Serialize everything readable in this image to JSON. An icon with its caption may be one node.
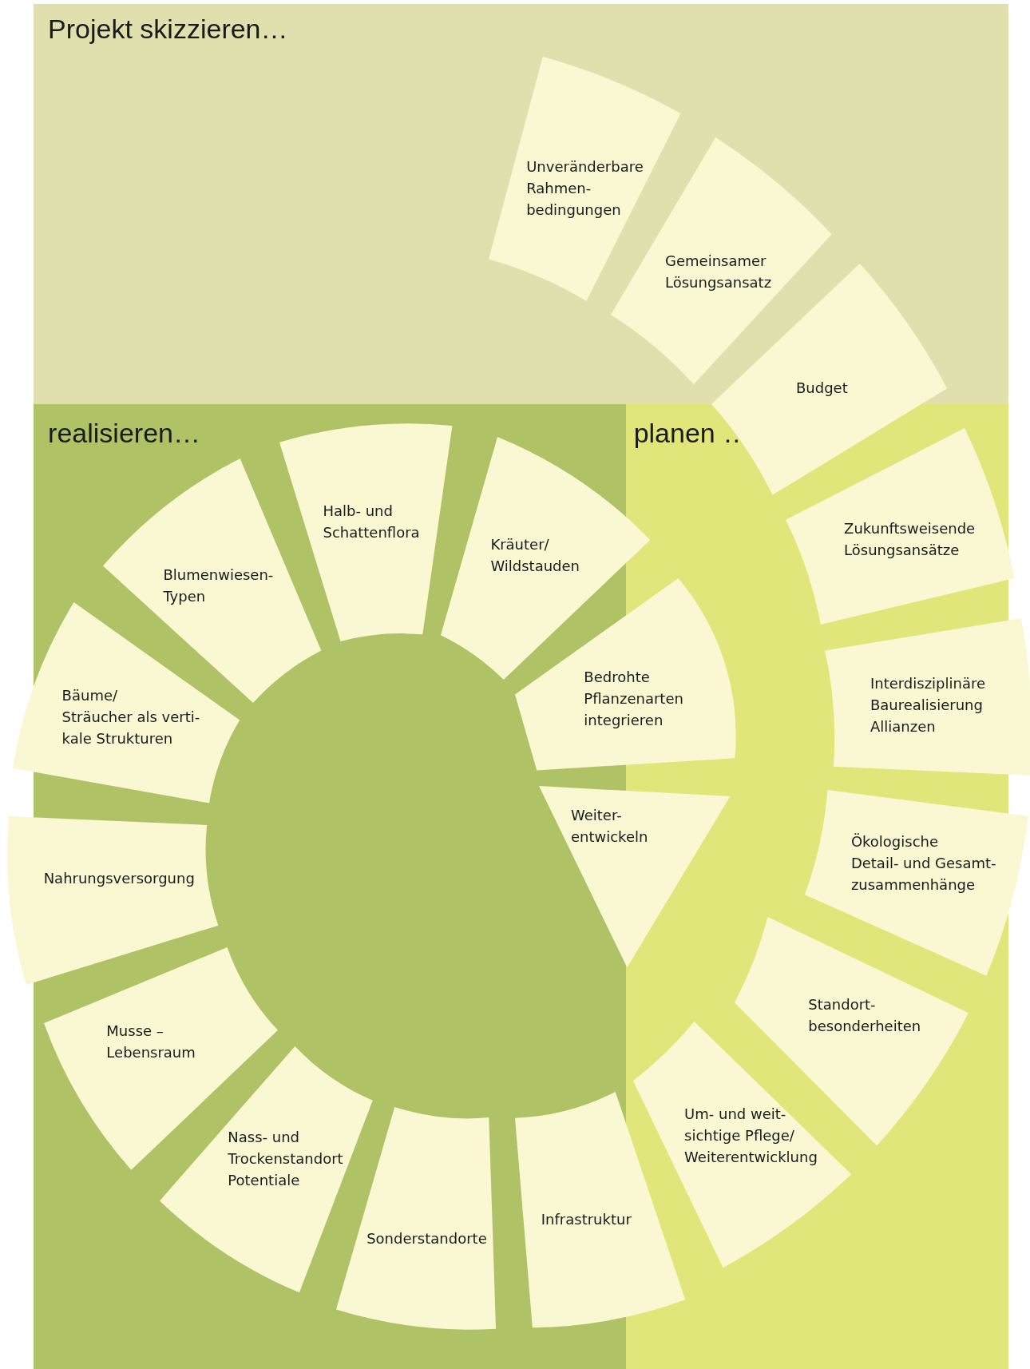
{
  "diagram": {
    "nodes": [
      {
        "text": [
          "Projekt skizzieren…"
        ]
      },
      {
        "text": [
          "Unveränderbare Rahmen- bedingungen"
        ],
        "in": 0
      },
      {
        "text": [
          "Gemeinsamer Lösungsansatz"
        ],
        "in": 0
      },
      {
        "text": [
          "Budget"
        ]
      },
      {
        "text": [
          "realisieren…"
        ]
      },
      {
        "text": [
          "planen …"
        ]
      },
      {
        "text": [
          "Zukunftsweisende Lösungsansätze"
        ],
        "in": 5
      },
      {
        "text": [
          "Interdisziplinäre Baurealisierung Allianzen"
        ]
      },
      {
        "text": [
          "Ökologische Detail- und Gesamt- zusammenhänge"
        ]
      },
      {
        "text": [
          "Standort- besonderheiten"
        ],
        "in": 5
      },
      {
        "text": [
          "Um- und weit- sichtige Pflege/ Weiterentwicklung"
        ],
        "in": 5
      },
      {
        "text": [
          "Infrastruktur"
        ]
      },
      {
        "text": [
          "Sonderstandorte"
        ],
        "in": 4
      },
      {
        "text": [
          "Nass- und Trockenstandort Potentiale"
        ],
        "in": 4
      },
      {
        "text": [
          "Musse – Lebensraum"
        ],
        "in": 4
      },
      {
        "text": [
          "Nahrungsversorgung"
        ]
      },
      {
        "text": [
          "Bäume/ Sträucher als verti- kale Strukturen"
        ]
      },
      {
        "text": [
          "Blumenwiesen- Typen"
        ],
        "in": 4
      },
      {
        "text": [
          "Halb- und Schattenflora"
        ],
        "in": 4
      },
      {
        "text": [
          "Kräuter/ Wildstauden"
        ]
      },
      {
        "text": [
          "Bedrohte Pflanzenarten integrieren"
        ]
      },
      {
        "text": [
          "Weiter- entwickeln"
        ]
      }
    ],
    "edges": []
  }
}
